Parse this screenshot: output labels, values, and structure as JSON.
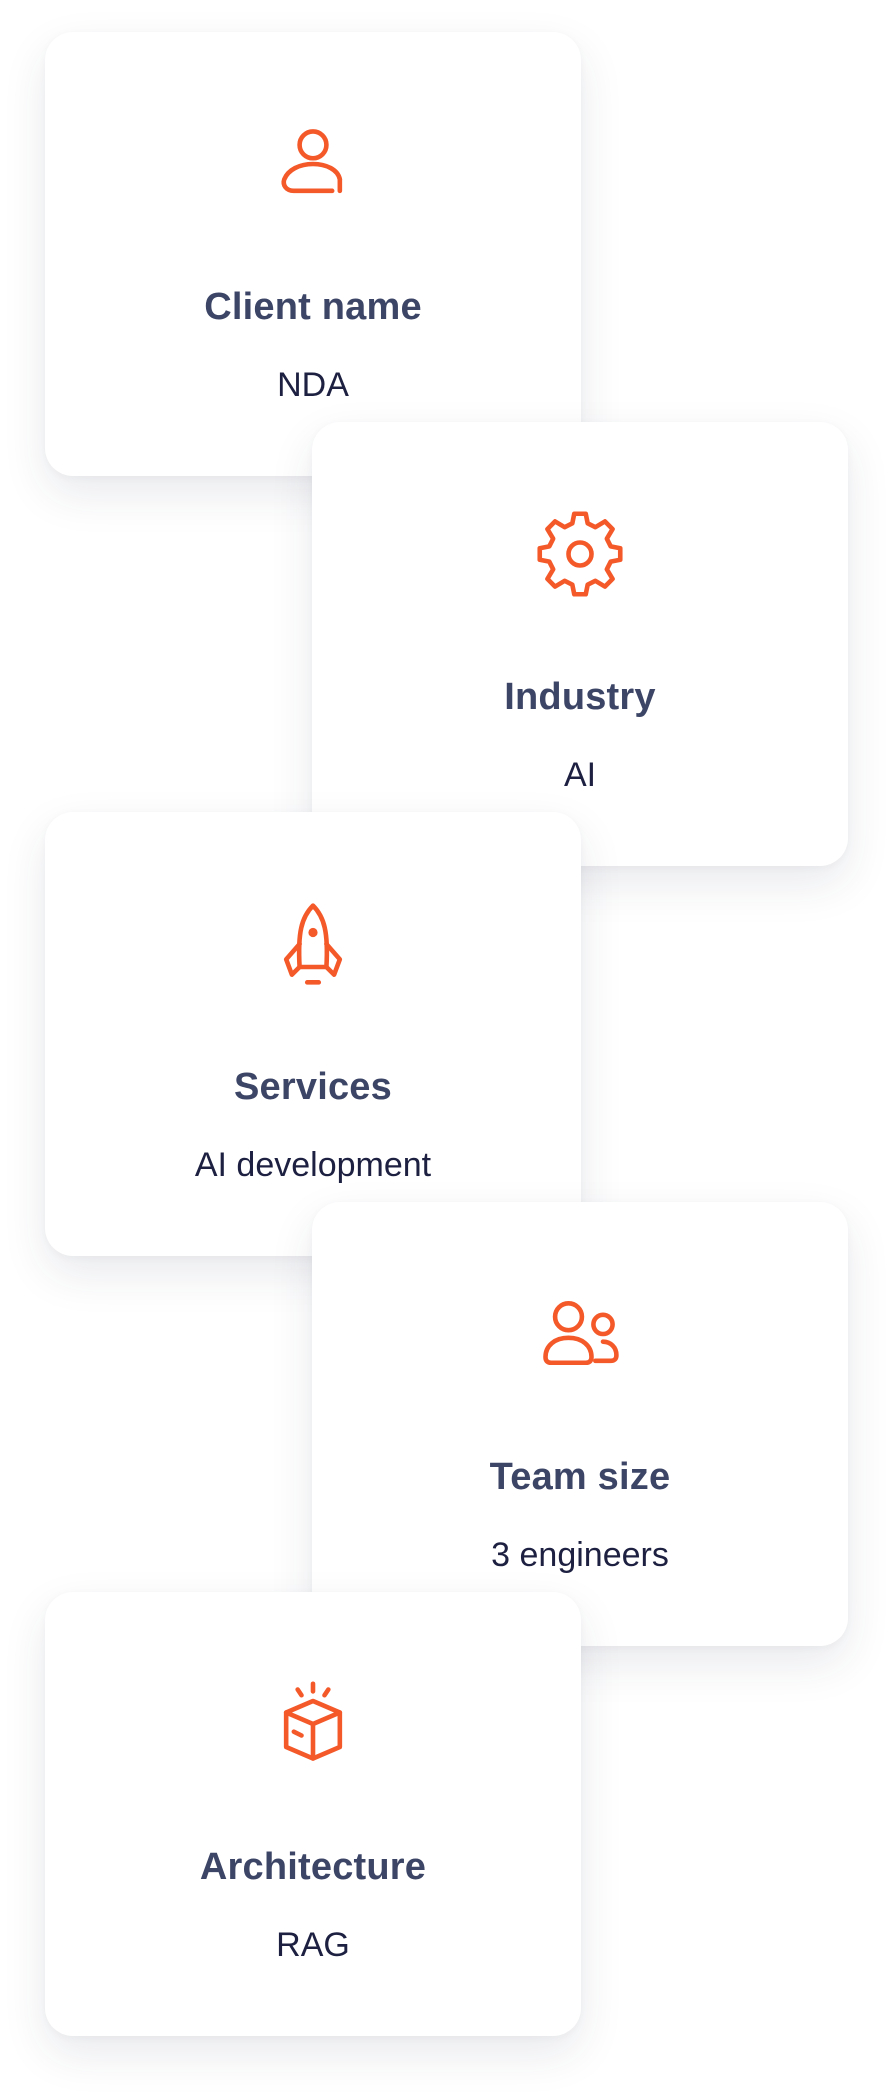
{
  "cards": [
    {
      "title": "Client name",
      "value": "NDA",
      "icon": "user-icon"
    },
    {
      "title": "Industry",
      "value": "AI",
      "icon": "gear-icon"
    },
    {
      "title": "Services",
      "value": "AI development",
      "icon": "rocket-icon"
    },
    {
      "title": "Team size",
      "value": "3 engineers",
      "icon": "users-icon"
    },
    {
      "title": "Architecture",
      "value": "RAG",
      "icon": "box-icon"
    }
  ],
  "accent_color": "#f4592a",
  "title_color": "#3c4566",
  "value_color": "#1d2040"
}
